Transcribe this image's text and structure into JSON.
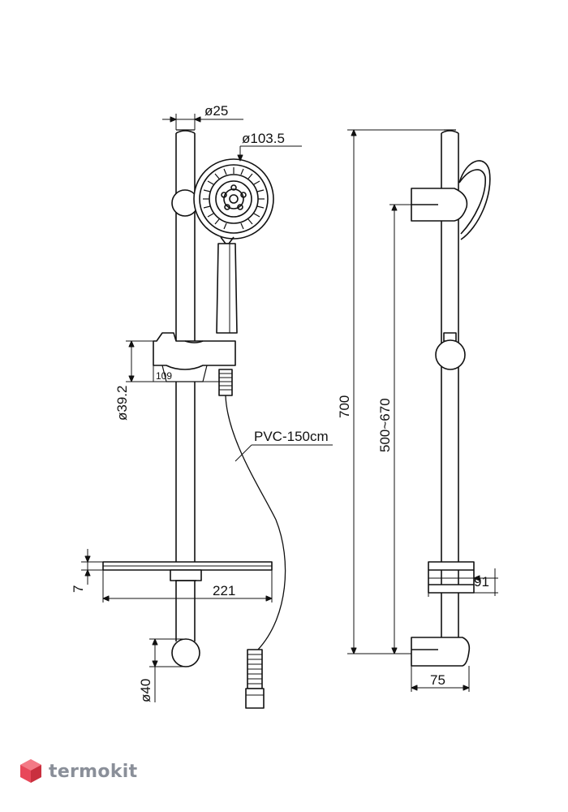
{
  "front_view": {
    "dia_top_bar": "ø25",
    "dia_handshower": "ø103.5",
    "dia_slider": "ø39.2",
    "slider_width": "109",
    "hose": "PVC-150cm",
    "dish_thickness": "7",
    "dish_width": "221",
    "dia_bottom_bracket": "ø40"
  },
  "side_view": {
    "total_height": "700",
    "adjust_range": "500~670",
    "dish_depth": "91",
    "bracket_depth": "75"
  },
  "watermark": {
    "text": "termokit"
  },
  "colors": {
    "line": "#111111",
    "watermark_red": "#e8485a",
    "watermark_grey": "#8a8f99"
  }
}
